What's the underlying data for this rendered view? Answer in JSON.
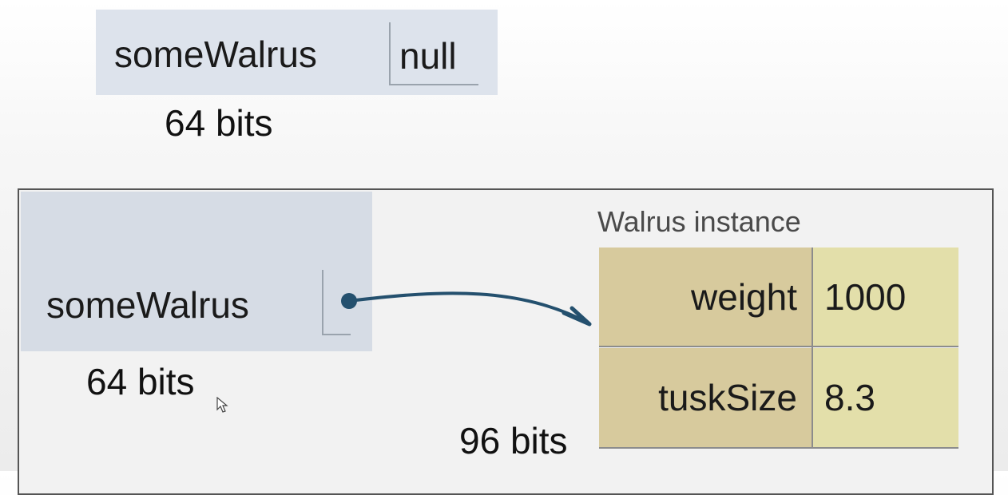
{
  "null_reference": {
    "variable_name": "someWalrus",
    "value": "null",
    "size_label": "64 bits"
  },
  "object_reference": {
    "variable_name": "someWalrus",
    "size_label": "64 bits",
    "instance_caption": "Walrus instance",
    "instance_size_label": "96 bits",
    "fields": [
      {
        "name": "weight",
        "value": "1000"
      },
      {
        "name": "tuskSize",
        "value": "8.3"
      }
    ]
  },
  "colors": {
    "arrow": "#24506e",
    "variable_box": "#d6dce5",
    "field_name_cell": "#d7ca9d",
    "field_value_cell": "#e3dfaa"
  },
  "icons": [
    "mouse-cursor-icon",
    "reference-arrow"
  ]
}
